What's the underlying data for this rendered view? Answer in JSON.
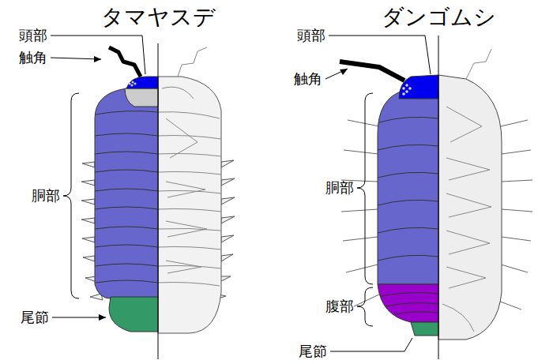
{
  "diagram": {
    "labels": [
      "タマヤスデ",
      "ダンゴムシ",
      "頭部",
      "触角",
      "胴部",
      "尾節",
      "頭部",
      "触角",
      "胴部",
      "腹部",
      "尾節"
    ]
  }
}
